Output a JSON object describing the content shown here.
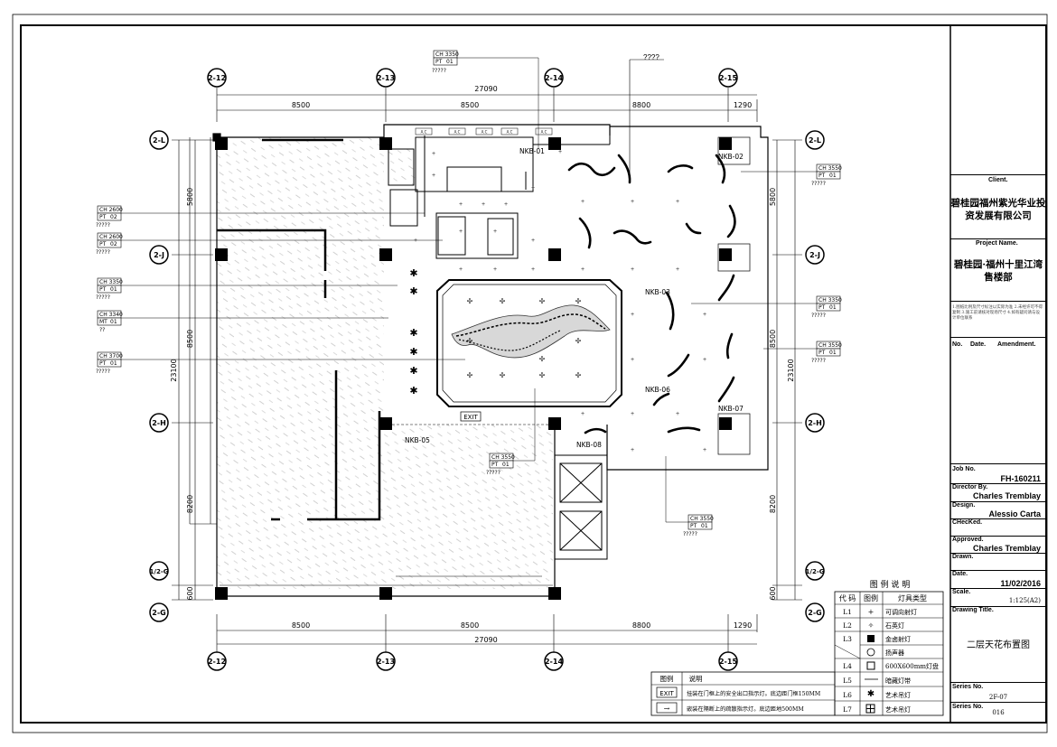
{
  "drawing": {
    "axes_top": [
      "2-12",
      "2-13",
      "2-14",
      "2-15"
    ],
    "axes_bottom": [
      "2-12",
      "2-13",
      "2-14",
      "2-15"
    ],
    "axes_left": [
      "2-L",
      "2-J",
      "2-H",
      "1/2-G",
      "2-G"
    ],
    "axes_right": [
      "2-L",
      "2-J",
      "2-H",
      "1/2-G",
      "2-G"
    ],
    "dims_top_total": "27090",
    "dims_top": [
      "8500",
      "8500",
      "8800",
      "1290"
    ],
    "dims_bottom": [
      "8500",
      "8500",
      "8800",
      "1290"
    ],
    "dims_bottom_total": "27090",
    "dims_left": [
      "5800",
      "8500",
      "8200",
      "600"
    ],
    "dims_left_total": "23100",
    "dims_right": [
      "5800",
      "8500",
      "8200",
      "600"
    ],
    "dims_right_total": "23100",
    "top_note": "????",
    "exit_label": "EXIT",
    "fixtures": [
      "NKB-01",
      "NKB-02",
      "NKB-03",
      "NKB-06",
      "NKB-07",
      "NKB-05",
      "NKB-08"
    ],
    "tags": [
      {
        "ch": "CH 3350",
        "pt": "PT",
        "code": "01",
        "note": "?????"
      },
      {
        "ch": "CH 2600",
        "pt": "PT",
        "code": "02",
        "note": "?????"
      },
      {
        "ch": "CH 2600",
        "pt": "PT",
        "code": "02",
        "note": "?????"
      },
      {
        "ch": "CH 3350",
        "pt": "PT",
        "code": "01",
        "note": "?????"
      },
      {
        "ch": "CH 3340",
        "pt": "MT",
        "code": "01",
        "note": "??"
      },
      {
        "ch": "CH 3700",
        "pt": "PT",
        "code": "01",
        "note": "?????"
      },
      {
        "ch": "CH 3550",
        "pt": "PT",
        "code": "01",
        "note": "?????"
      },
      {
        "ch": "CH 3550",
        "pt": "PT",
        "code": "01",
        "note": "?????"
      },
      {
        "ch": "CH 3350",
        "pt": "PT",
        "code": "01",
        "note": "?????"
      },
      {
        "ch": "CH 3550",
        "pt": "PT",
        "code": "01",
        "note": "?????"
      },
      {
        "ch": "CH 3550",
        "pt": "PT",
        "code": "01",
        "note": "?????"
      }
    ],
    "ac_label": "A.C"
  },
  "legend": {
    "title": "图 例 说 明",
    "headers": [
      "代 码",
      "图例",
      "灯具类型"
    ],
    "rows": [
      {
        "code": "L1",
        "name": "可调向射灯"
      },
      {
        "code": "L2",
        "name": "石英灯"
      },
      {
        "code": "L3",
        "name": "金卤射灯"
      },
      {
        "code": "",
        "name": "扬声器"
      },
      {
        "code": "L4",
        "name": "600X600mm灯盘"
      },
      {
        "code": "L5",
        "name": "暗藏灯带"
      },
      {
        "code": "L6",
        "name": "艺术吊灯"
      },
      {
        "code": "L7",
        "name": "艺术吊灯"
      }
    ],
    "exit_headers": [
      "图例",
      "说明"
    ],
    "exit_rows": [
      {
        "sym": "EXIT",
        "desc": "挂装在门框上的安全出口指示灯。底边距门框150MM"
      },
      {
        "sym": "→",
        "desc": "嵌装在隔断上的疏散指示灯。底边距地500MM"
      }
    ]
  },
  "titleblock": {
    "client_label": "Client.",
    "client": "碧桂园福州紫光华业投资发展有限公司",
    "project_label": "Project Name.",
    "project": "碧桂园·福州十里江湾售楼部",
    "notes": "1.图纸比例及尺寸标注以实际为准 2.未经许可不得复制 3.施工前请核对现场尺寸 4.如有疑问请与设计单位联系",
    "amend_headers": [
      "No.",
      "Date.",
      "Amendment."
    ],
    "job_label": "Job No.",
    "job": "FH-160211",
    "director_label": "Director By.",
    "director": "Charles Tremblay",
    "design_label": "Design.",
    "design": "Alessio Carta",
    "checked_label": "CHecKed.",
    "approved_label": "Approved.",
    "approved": "Charles Tremblay",
    "drawn_label": "Drawn.",
    "date_label": "Date.",
    "date": "11/02/2016",
    "scale_label": "Scale.",
    "scale": "1:125(A2)",
    "title_label": "Drawing Title.",
    "title": "二层天花布置图",
    "series_label": "Series No.",
    "series": "2F-07",
    "series2_label": "Series No.",
    "series2": "016"
  }
}
